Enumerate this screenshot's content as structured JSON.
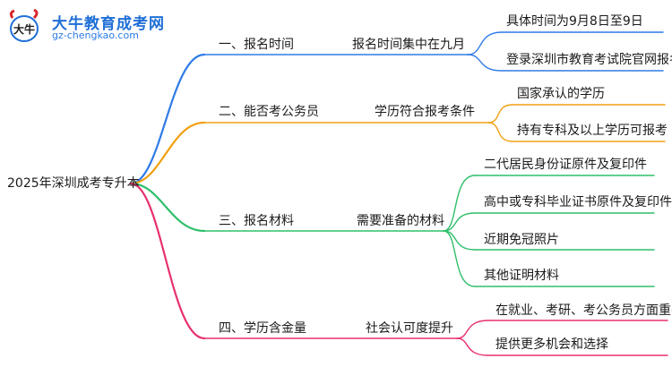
{
  "logo": {
    "title": "大牛教育成考网",
    "url": "gz-chengkao.com",
    "mark_text": "大牛"
  },
  "root": "2025年深圳成考专升本",
  "branches": [
    {
      "label": "一、报名时间",
      "mid": "报名时间集中在九月",
      "color": "#2f7be6",
      "leaves": [
        "具体时间为9月8日至9日",
        "登录深圳市教育考试院官网报名"
      ]
    },
    {
      "label": "二、能否考公务员",
      "mid": "学历符合报考条件",
      "color": "#f0a012",
      "leaves": [
        "国家承认的学历",
        "持有专科及以上学历可报考"
      ]
    },
    {
      "label": "三、报名材料",
      "mid": "需要准备的材料",
      "color": "#2fbf6a",
      "leaves": [
        "二代居民身份证原件及复印件",
        "高中或专科毕业证书原件及复印件",
        "近期免冠照片",
        "其他证明材料"
      ]
    },
    {
      "label": "四、学历含金量",
      "mid": "社会认可度提升",
      "color": "#e8306e",
      "leaves": [
        "在就业、考研、考公务员方面重要",
        "提供更多机会和选择"
      ]
    }
  ]
}
